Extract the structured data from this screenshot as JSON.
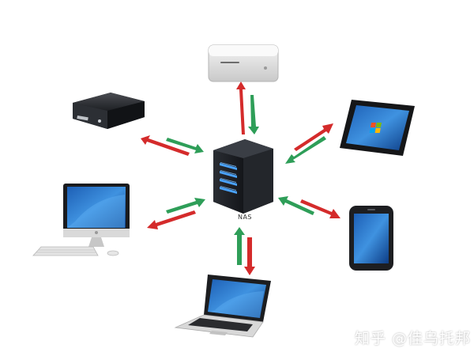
{
  "diagram": {
    "center": {
      "label": "NAS"
    },
    "devices": [
      {
        "name": "mini-pc",
        "icon": "mini-pc-icon"
      },
      {
        "name": "set-top-box",
        "icon": "media-box-icon"
      },
      {
        "name": "desktop-computer",
        "icon": "monitor-icon"
      },
      {
        "name": "laptop",
        "icon": "laptop-icon"
      },
      {
        "name": "tablet",
        "icon": "tablet-icon"
      },
      {
        "name": "smartphone",
        "icon": "smartphone-icon"
      }
    ],
    "arrow_colors": {
      "to_device": "#d42b2b",
      "to_nas": "#2e9e58"
    }
  },
  "watermark": {
    "text": "知乎 @佳乌托邦"
  }
}
